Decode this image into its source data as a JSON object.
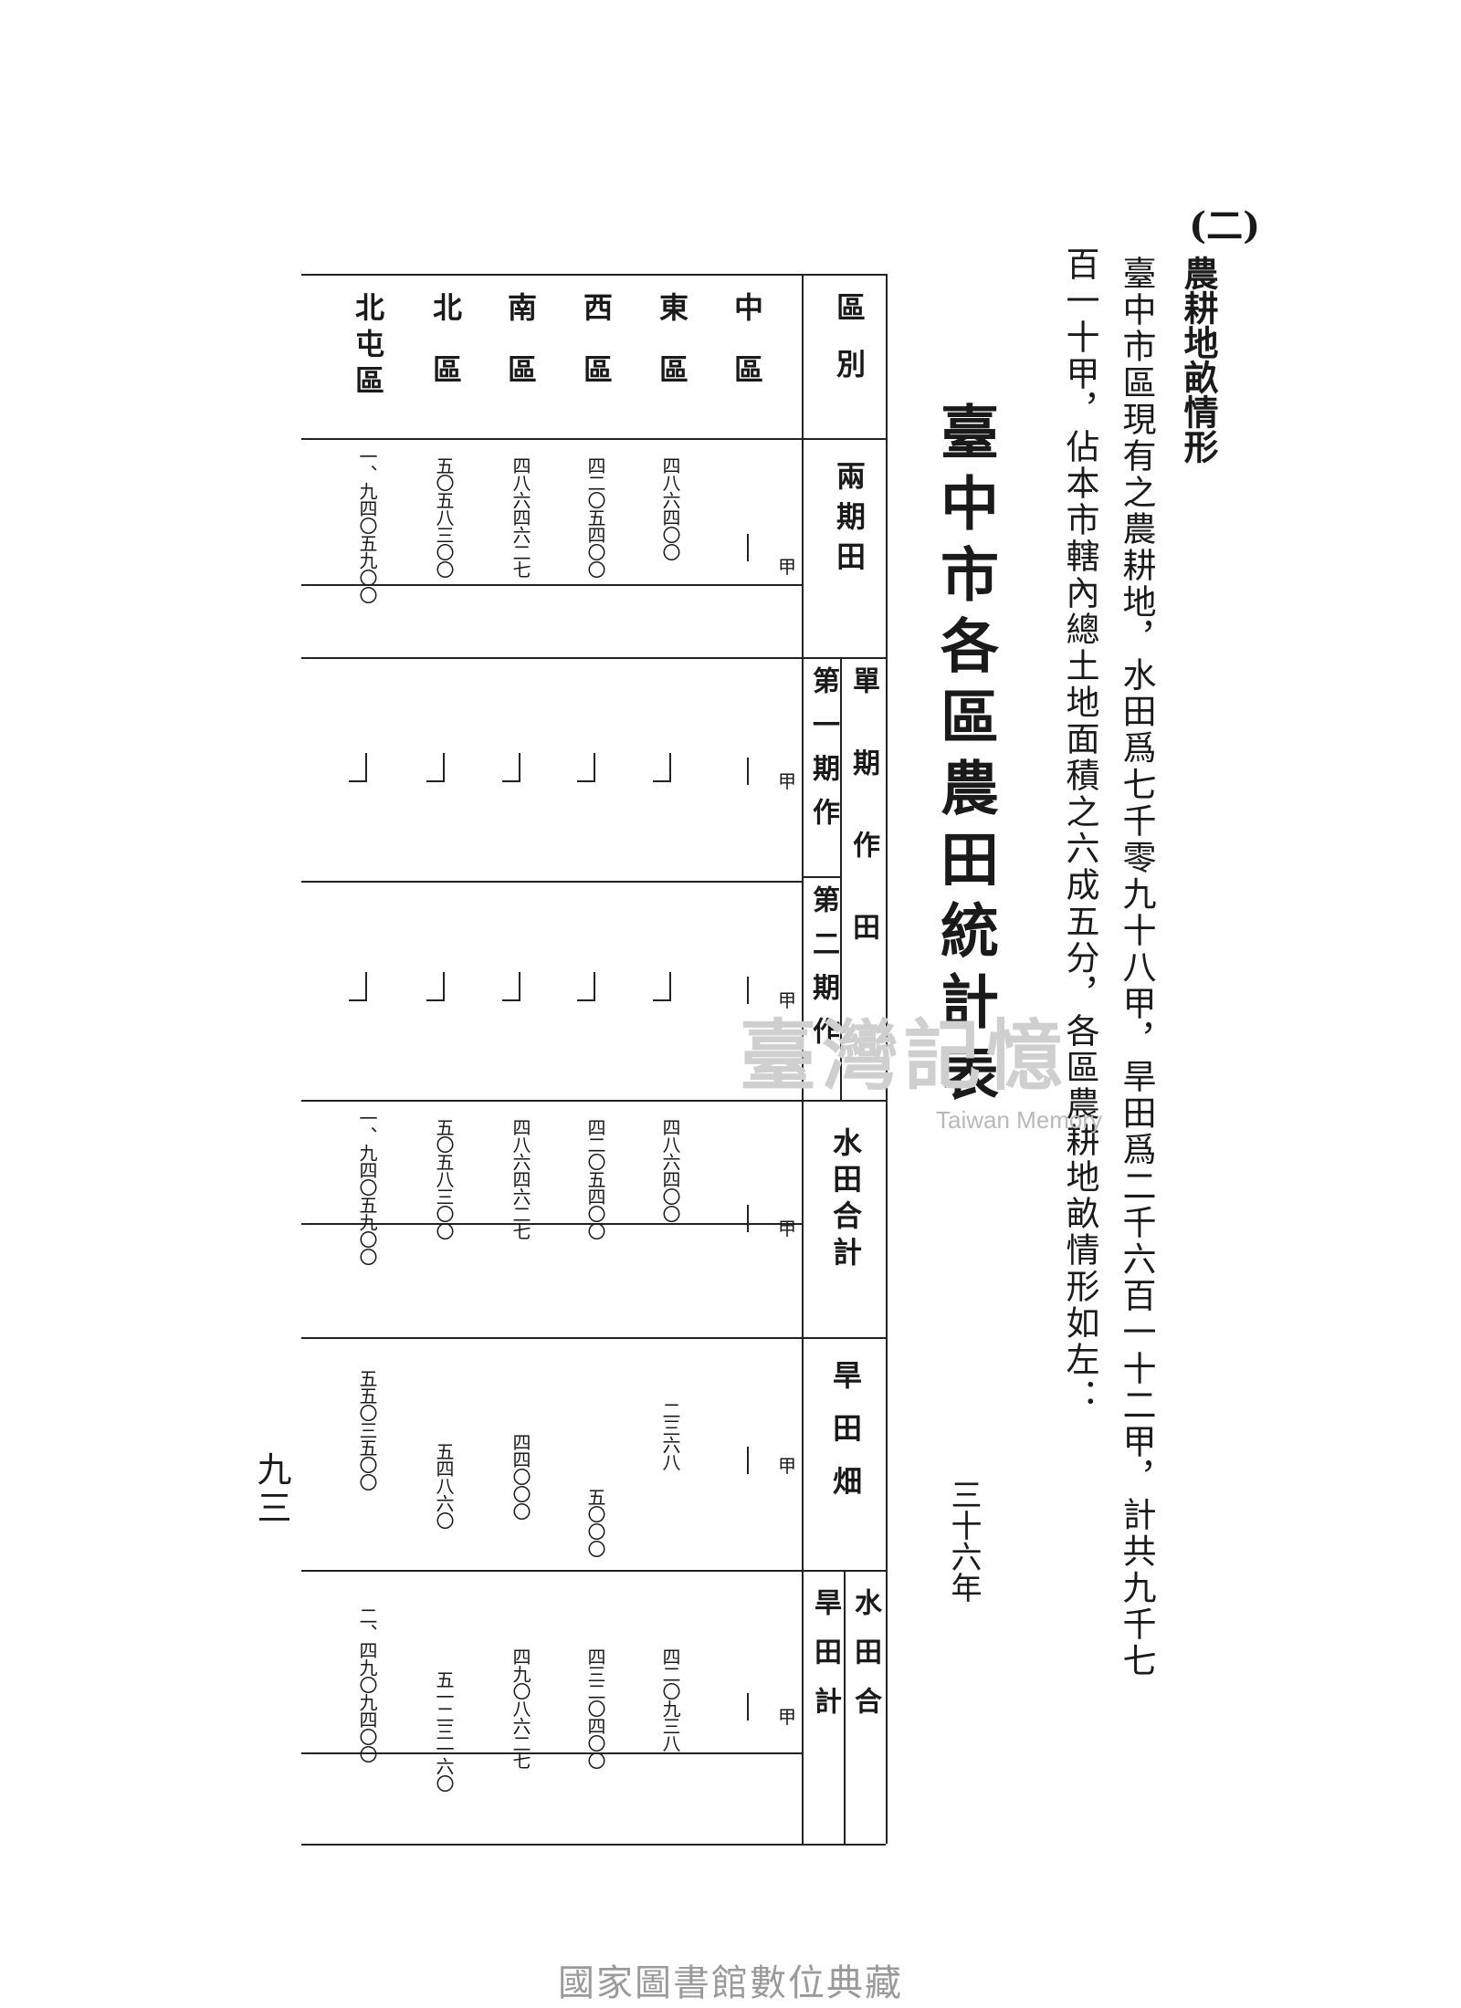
{
  "section": {
    "heading": "(二)",
    "subtitle": "農耕地畝情形",
    "para_col1": "臺中市區現有之農耕地，水田爲七千零九十八甲，旱田爲二千六百一十二甲，計共九千七",
    "para_col2": "百一十甲，佔本市轄內總土地面積之六成五分，各區農耕地畝情形如左：",
    "para_col3": "："
  },
  "table": {
    "title": "臺中市各區農田統計表",
    "year": "三十六年",
    "unit": "甲",
    "headers": {
      "district": "區別",
      "double_crop": "兩期田",
      "single_crop": "單期作田",
      "first_crop": "第一期作",
      "second_crop": "第二期作",
      "paddy_total": "水田合計",
      "dry_field": "旱田畑",
      "grand_total_a": "水田合",
      "grand_total_b": "旱田計"
    },
    "rows": [
      {
        "district": "中區",
        "double": "",
        "first": "",
        "second": "",
        "paddy": "",
        "dry": "",
        "total": ""
      },
      {
        "district": "東區",
        "double": "四八六四〇〇",
        "first": "",
        "second": "",
        "paddy": "四八六四〇〇",
        "dry": "二三六八",
        "total": "四二〇九三八"
      },
      {
        "district": "西區",
        "double": "四二〇五四〇〇",
        "first": "",
        "second": "",
        "paddy": "四二〇五四〇〇",
        "dry": "五〇〇〇",
        "total": "四三二〇四〇〇"
      },
      {
        "district": "南區",
        "double": "四八六四六二七",
        "first": "",
        "second": "",
        "paddy": "四八六四六二七",
        "dry": "四四〇〇〇",
        "total": "四九〇八六二七"
      },
      {
        "district": "北區",
        "double": "五〇五八三〇〇",
        "first": "",
        "second": "",
        "paddy": "五〇五八三〇〇",
        "dry": "五四八六〇",
        "total": "五一二三一六〇"
      },
      {
        "district": "北屯區",
        "double": "一、九四〇五九〇〇",
        "first": "",
        "second": "",
        "paddy": "一、九四〇五九〇〇",
        "dry": "五五〇三五〇〇",
        "total": "二、四九〇九四〇〇"
      }
    ]
  },
  "page_number": "九三",
  "watermark": {
    "main": "臺灣記憶",
    "sub": "Taiwan Memory"
  },
  "footer": "國家圖書館數位典藏"
}
